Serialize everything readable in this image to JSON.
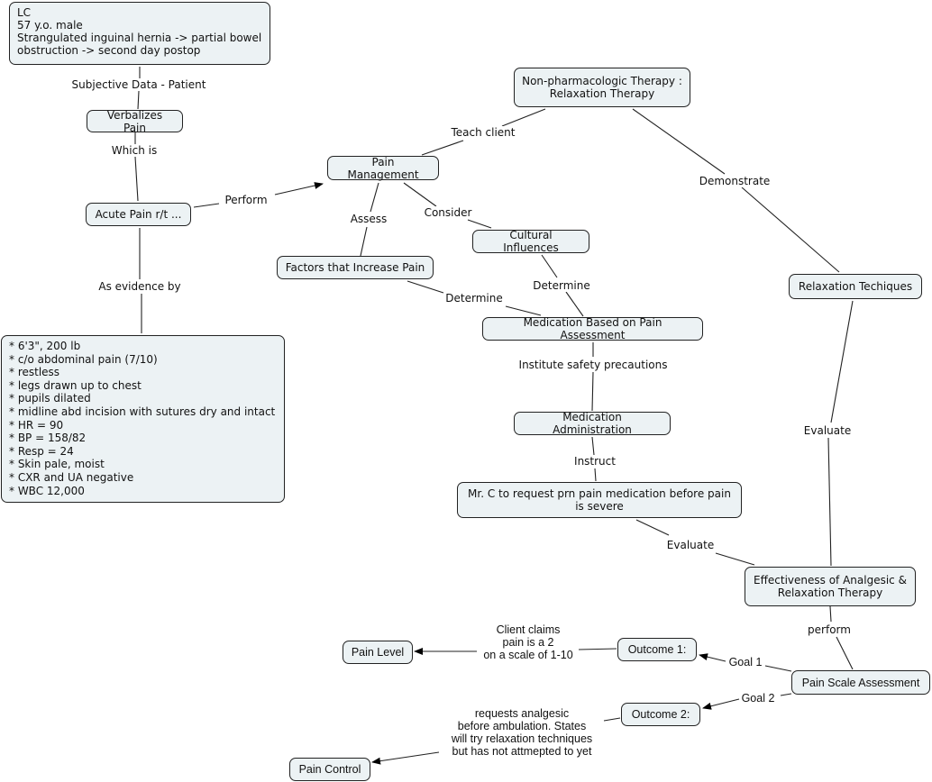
{
  "title": "Pain concept map",
  "nodes": {
    "patient": "LC\n57 y.o. male\nStrangulated inguinal hernia -> partial bowel\nobstruction -> second day postop",
    "verbalizes_pain": "Verbalizes Pain",
    "acute_pain": "Acute Pain r/t ...",
    "evidence": "* 6'3\", 200 lb\n* c/o abdominal pain (7/10)\n* restless\n* legs drawn up to chest\n* pupils dilated\n* midline abd incision with sutures dry and intact\n* HR = 90\n* BP = 158/82\n* Resp = 24\n* Skin pale, moist\n* CXR and UA negative\n* WBC 12,000",
    "pain_management": "Pain Management",
    "non_pharm": "Non-pharmacologic Therapy :\nRelaxation Therapy",
    "cultural": "Cultural Influences",
    "factors": "Factors that Increase Pain",
    "medication_based": "Medication Based on Pain Assessment",
    "med_admin": "Medication Administration",
    "mr_c": "Mr. C to request prn pain medication before pain\nis severe",
    "relaxation_tech": "Relaxation Techiques",
    "effectiveness": "Effectiveness of Analgesic &\nRelaxation Therapy",
    "pain_scale": "Pain Scale Assessment",
    "outcome1": "Outcome 1:",
    "outcome2": "Outcome 2:",
    "pain_level": "Pain Level",
    "pain_control": "Pain Control"
  },
  "links": {
    "subjective": "Subjective Data - Patient",
    "which_is": "Which is",
    "perform": "Perform",
    "as_evidence": "As evidence by",
    "teach_client": "Teach client",
    "assess": "Assess",
    "consider": "Consider",
    "determine1": "Determine",
    "determine2": "Determine",
    "demonstrate": "Demonstrate",
    "institute": "Institute safety precautions",
    "instruct": "Instruct",
    "evaluate1": "Evaluate",
    "evaluate2": "Evaluate",
    "perform2": "perform",
    "goal1": "Goal 1",
    "goal2": "Goal 2",
    "client_claims": "Client claims\npain is a 2\non a scale of 1-10",
    "requests": "requests analgesic\nbefore ambulation. States\nwill try relaxation techniques\nbut has not attmepted to yet"
  }
}
